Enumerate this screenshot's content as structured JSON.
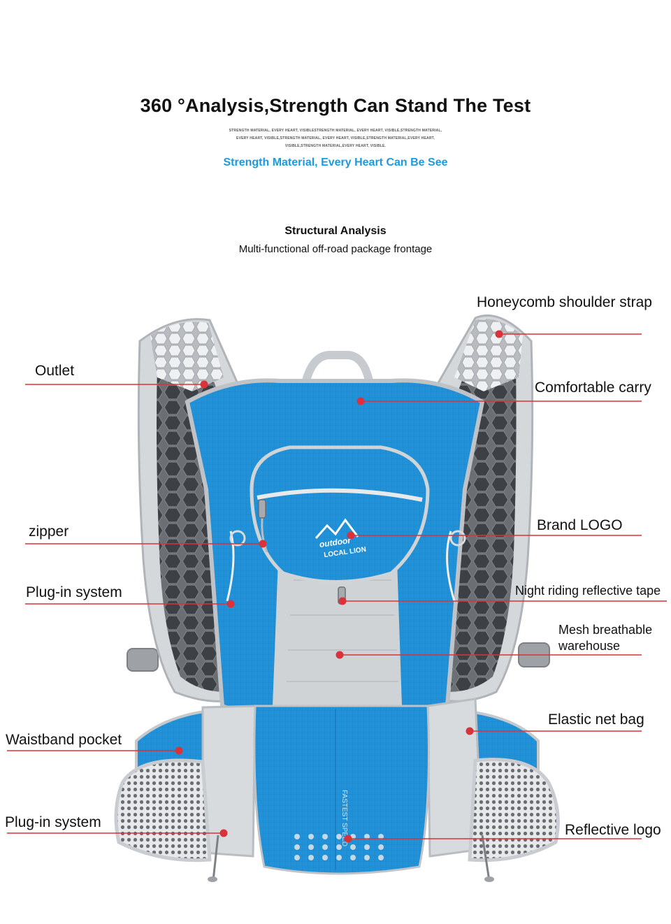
{
  "header": {
    "title": "360 °Analysis,Strength Can Stand The Test",
    "fine_print": [
      "STRENGTH MATERIAL, EVERY HEART, VISIBLESTRENGTH MATERIAL, EVERY HEART, VISIBLE,STRENGTH MATERIAL,",
      "EVERY HEART, VISIBLE,STRENGTH MATERIAL, EVERY HEART, VISIBLE,STRENGTH MATERIAL,EVERY HEART,",
      "VISIBLE,STRENGTH MATERIAL,EVERY HEART, VISIBLE."
    ],
    "subtitle": "Strength Material, Every Heart Can Be See"
  },
  "structural": {
    "title": "Structural Analysis",
    "subtitle": "Multi-functional off-road package frontage"
  },
  "labels": {
    "honeycomb": "Honeycomb shoulder strap",
    "outlet": "Outlet",
    "comfortable": "Comfortable carry",
    "zipper": "zipper",
    "brand_logo": "Brand LOGO",
    "plugin_1": "Plug-in system",
    "night_riding": "Night riding reflective tape",
    "mesh_1": "Mesh breathable",
    "mesh_2": "warehouse",
    "elastic": "Elastic net bag",
    "waistband": "Waistband pocket",
    "plugin_2": "Plug-in system",
    "reflective": "Reflective logo"
  },
  "bag_print": {
    "logo_line1": "outdoor",
    "logo_line2": "LOCAL LION",
    "vertical_text": "FASTEST SPEED"
  },
  "colors": {
    "bag_blue": "#1e8fd6",
    "bag_grey": "#c9cdd0",
    "mesh_dark": "#5a5e62",
    "callout_red": "#d9323a",
    "subtitle_blue": "#1a9be0"
  }
}
